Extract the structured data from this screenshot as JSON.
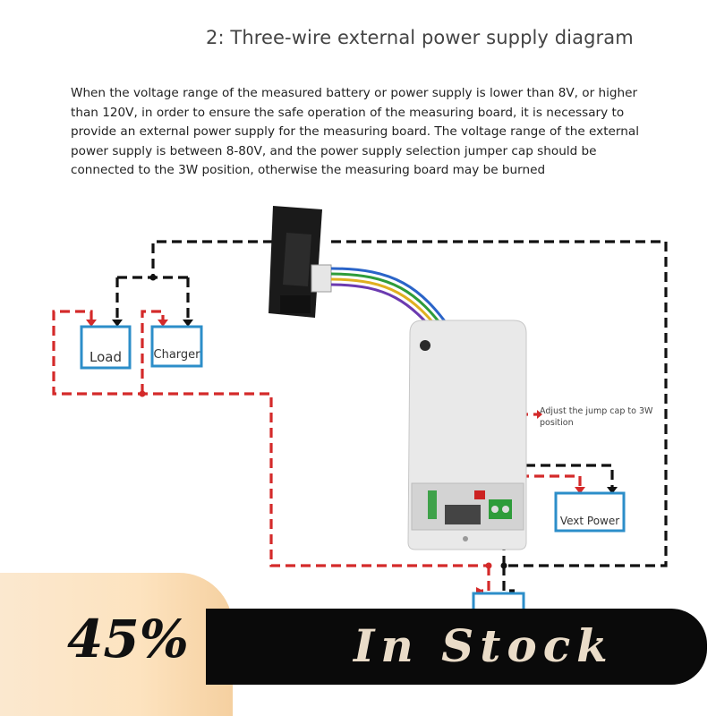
{
  "title": "2: Three-wire external power supply diagram",
  "description": [
    "When the voltage range of the measured battery or power supply is lower than 8V, or higher",
    "than 120V, in order to ensure the safe operation of the measuring board, it is necessary to",
    "provide an external power supply for the measuring board. The voltage range of the external",
    "power supply is between 8-80V, and the power supply selection jumper cap should be",
    "connected to the 3W position, otherwise the measuring board may be burned"
  ],
  "annotation": [
    "Adjust the jump cap to 3W",
    "position"
  ],
  "boxes": {
    "load": "Load",
    "charger": "Charger",
    "vext": "Vext Power"
  },
  "banner": {
    "discount": "45%",
    "stock": "In Stock"
  },
  "colors": {
    "positive": "#d42a2a",
    "negative": "#111111",
    "box_border": "#2c8ec9",
    "banner_text": "#eadcc8"
  }
}
